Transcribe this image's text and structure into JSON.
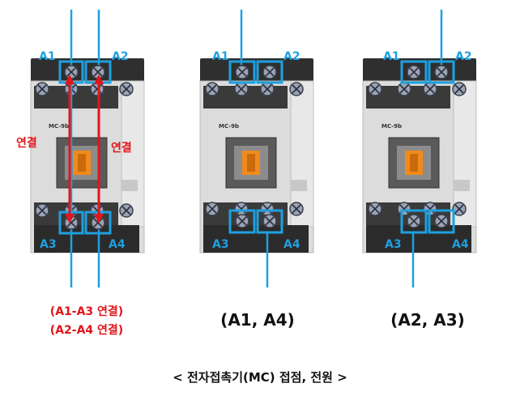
{
  "panels": [
    {
      "terminals": {
        "a1": "A1",
        "a2": "A2",
        "a3": "A3",
        "a4": "A4"
      },
      "model": "MC-9b",
      "link_label_left": "연결",
      "link_label_right": "연결"
    },
    {
      "terminals": {
        "a1": "A1",
        "a2": "A2",
        "a3": "A3",
        "a4": "A4"
      },
      "model": "MC-9b"
    },
    {
      "terminals": {
        "a1": "A1",
        "a2": "A2",
        "a3": "A3",
        "a4": "A4"
      },
      "model": "MC-9b"
    }
  ],
  "captions": {
    "left_line1": "(A1-A3 연결)",
    "left_line2": "(A2-A4 연결)",
    "middle": "(A1,  A4)",
    "right": "(A2,  A3)"
  },
  "title": "< 전자접촉기(MC) 접점, 전원 >",
  "colors": {
    "accent": "#1ea0e0",
    "link": "#e0161b",
    "body": "#d8d8d8",
    "dark": "#2b2b2b",
    "orange": "#f08a1c"
  }
}
